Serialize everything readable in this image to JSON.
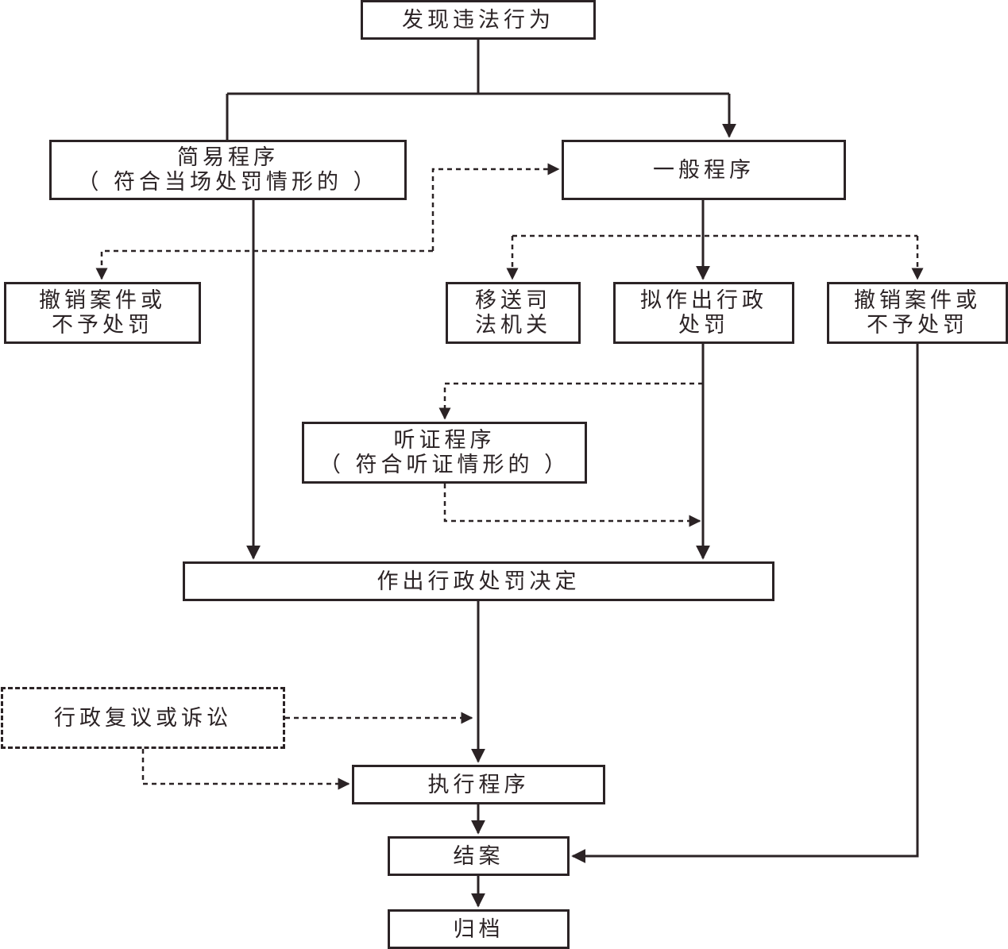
{
  "colors": {
    "ink": "#2b2325",
    "background": "#ffffff"
  },
  "nodes": {
    "discover": {
      "lines": [
        "发现违法行为"
      ]
    },
    "simple": {
      "lines": [
        "简易程序",
        "（ 符合当场处罚情形的 ）"
      ]
    },
    "general": {
      "lines": [
        "一般程序"
      ]
    },
    "revoke_left": {
      "lines": [
        "撤销案件或",
        "不予处罚"
      ]
    },
    "transfer": {
      "lines": [
        "移送司",
        "法机关"
      ]
    },
    "propose": {
      "lines": [
        "拟作出行政",
        "处罚"
      ]
    },
    "revoke_right": {
      "lines": [
        "撤销案件或",
        "不予处罚"
      ]
    },
    "hearing": {
      "lines": [
        "听证程序",
        "（ 符合听证情形的 ）"
      ]
    },
    "decision": {
      "lines": [
        "作出行政处罚决定"
      ]
    },
    "review": {
      "lines": [
        "行政复议或诉讼"
      ]
    },
    "execute": {
      "lines": [
        "执行程序"
      ]
    },
    "close": {
      "lines": [
        "结案"
      ]
    },
    "archive": {
      "lines": [
        "归档"
      ]
    }
  }
}
